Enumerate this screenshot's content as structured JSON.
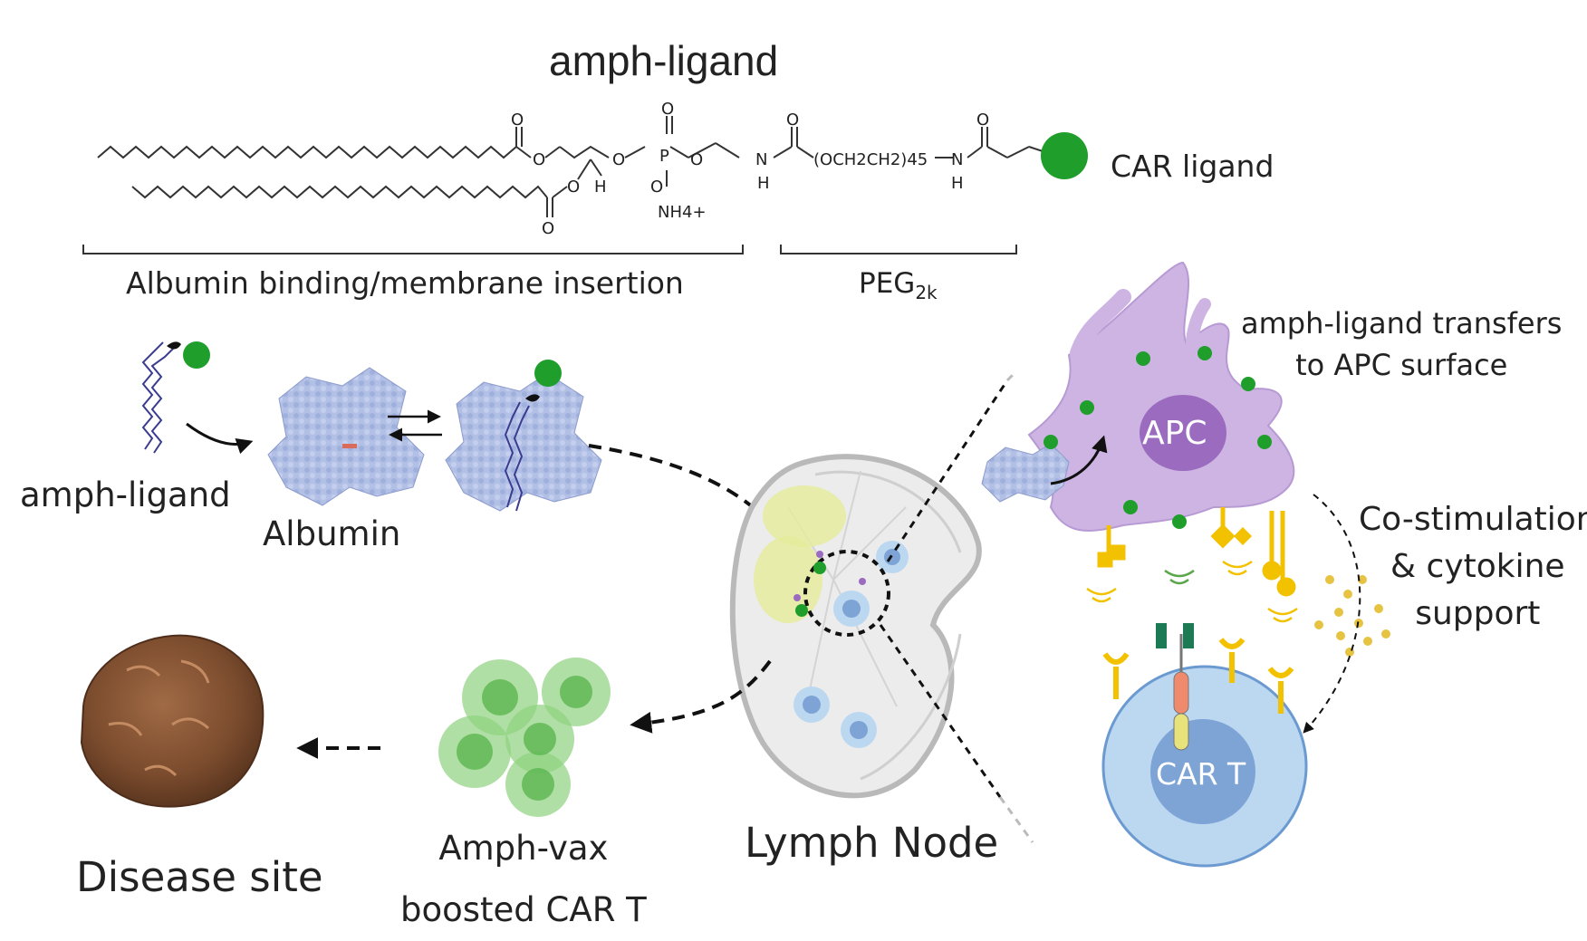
{
  "title": "amph-ligand",
  "structure": {
    "car_ligand_label": "CAR ligand",
    "segment_left_label": "Albumin binding/membrane insertion",
    "segment_right_label": "PEG",
    "segment_right_subscript": "2k",
    "atoms": {
      "o": "O",
      "h": "H",
      "p": "P",
      "nh": "N",
      "oneg": "O",
      "ammonium": "NH4+",
      "peg": "(OCH2CH2)45",
      "dash": "–"
    }
  },
  "labels": {
    "amph_ligand_left": "amph-ligand",
    "albumin": "Albumin",
    "transfer_line1": "amph-ligand transfers",
    "transfer_line2": "to APC surface",
    "apc": "APC",
    "costim_line1": "Co-stimulation",
    "costim_line2": "& cytokine",
    "costim_line3": "support",
    "car_t": "CAR T",
    "lymph_node": "Lymph Node",
    "amphvax_line1": "Amph-vax",
    "amphvax_line2": "boosted CAR T",
    "disease_site": "Disease site"
  },
  "colors": {
    "ligand_green": "#1f9e2c",
    "albumin_blue": "#aab8e0",
    "apc_purple": "#cdb4e3",
    "apc_nucleus": "#9a6bbf",
    "cart_blue": "#bcd8f1",
    "cart_nucleus": "#7ea4d6",
    "tumor_brown": "#8a5a3b",
    "receptor_yellow": "#f2c200",
    "cell_green": "#8ed17f"
  }
}
